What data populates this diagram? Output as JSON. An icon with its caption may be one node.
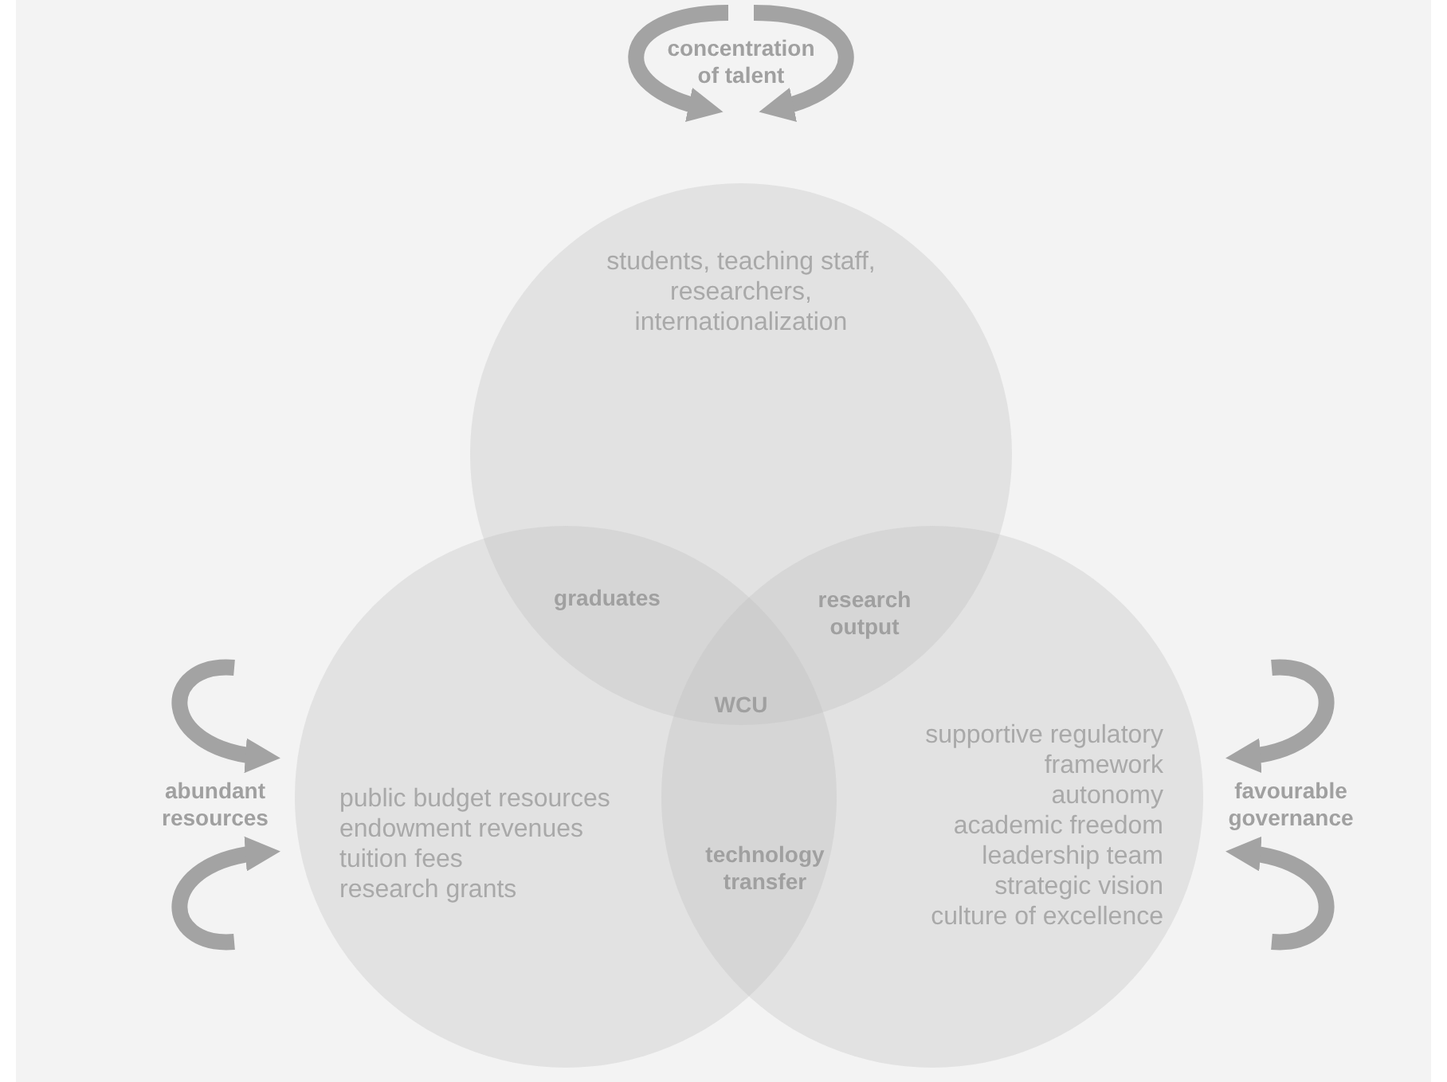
{
  "diagram": {
    "nodes": [
      {
        "text": [
          "students, teaching staff, researchers, internationalization"
        ]
      },
      {
        "text": [
          "public budget resources",
          "endowment revenues",
          "tuition fees",
          "research grants"
        ]
      },
      {
        "text": [
          "supportive regulatory framework",
          "autonomy",
          "academic freedom",
          "leadership team",
          "strategic vision",
          "culture of excellence"
        ]
      },
      {
        "text": [
          "concentration of talent"
        ]
      },
      {
        "text": [
          "abundant resources"
        ]
      },
      {
        "text": [
          "favourable governance"
        ]
      }
    ],
    "labels": [
      "graduates",
      "research output",
      "WCU",
      "technology transfer"
    ]
  }
}
